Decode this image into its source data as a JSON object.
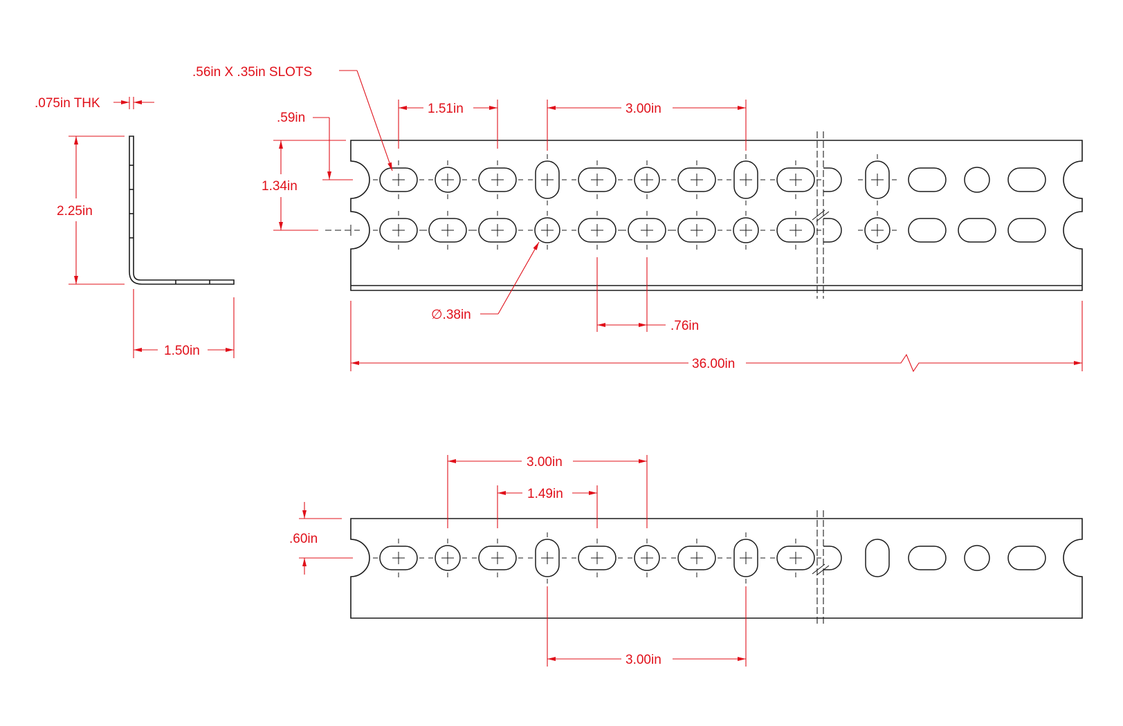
{
  "labels": {
    "slots": ".56in  X  .35in  SLOTS",
    "thickness": ".075in THK",
    "pitch_1_51": "1.51in",
    "pitch_3_00_top": "3.00in",
    "offset_0_59": ".59in",
    "row_spacing": "1.34in",
    "leg_height": "2.25in",
    "hole_dia": "∅.38in",
    "pitch_0_76": ".76in",
    "leg_width": "1.50in",
    "length": "36.00in",
    "pitch_3_00_bottom_upper": "3.00in",
    "pitch_1_49": "1.49in",
    "offset_0_60": ".60in",
    "pitch_3_00_bottom_lower": "3.00in"
  },
  "colors": {
    "dimension": "#e0101a",
    "outline": "#1a1a1a"
  }
}
